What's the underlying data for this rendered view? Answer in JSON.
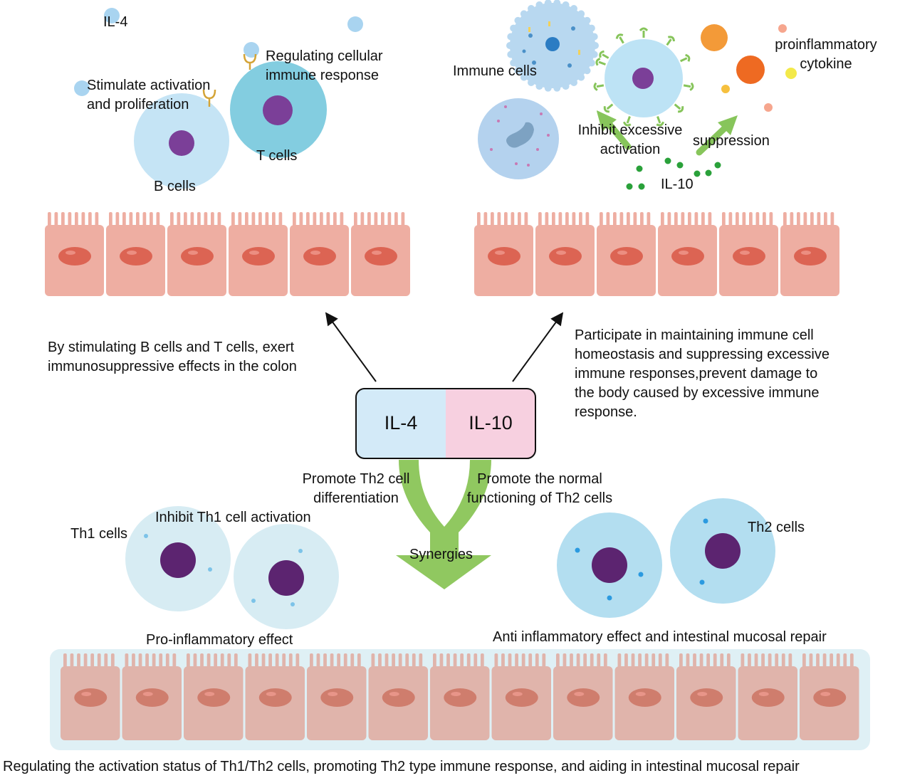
{
  "box": {
    "left_label": "IL-4",
    "right_label": "IL-10"
  },
  "top_left": {
    "il4_label": "IL-4",
    "stimulate_lines": [
      "Stimulate activation",
      "and proliferation"
    ],
    "regulating_lines": [
      "Regulating cellular",
      "immune response"
    ],
    "b_cells": "B cells",
    "t_cells": "T cells",
    "description_lines": [
      "By stimulating B cells and T cells, exert",
      "immunosuppressive effects in the colon"
    ]
  },
  "top_right": {
    "immune_cells": "Immune cells",
    "proinflammatory_lines": [
      "proinflammatory",
      "cytokine"
    ],
    "inhibit_lines": [
      "Inhibit excessive",
      "activation"
    ],
    "suppression": "suppression",
    "il10_label": "IL-10",
    "description_lines": [
      "Participate in maintaining immune cell",
      "homeostasis and suppressing excessive",
      "immune responses,prevent damage to",
      "the body caused by excessive immune",
      "response."
    ]
  },
  "middle": {
    "promote_th2_diff_lines": [
      "Promote Th2 cell",
      "differentiation"
    ],
    "promote_normal_lines": [
      "Promote the normal",
      "functioning of Th2 cells"
    ],
    "synergies": "Synergies"
  },
  "bottom": {
    "inhibit_th1": "Inhibit Th1 cell activation",
    "th1_cells": "Th1 cells",
    "th2_cells": "Th2 cells",
    "pro_inflammatory": "Pro-inflammatory effect",
    "anti_inflammatory": "Anti inflammatory effect and intestinal mucosal repair",
    "footer": "Regulating the activation status of Th1/Th2 cells, promoting Th2 type immune response, and aiding in intestinal mucosal repair"
  },
  "colors": {
    "epithelium": "#eeaea2",
    "epithelium_bottom": "#e0b4ab",
    "nucleus_epi": "#dc6453",
    "il4_box": "#d3eaf8",
    "il10_box": "#f7d0e0",
    "green_arrow": "#90c860",
    "b_cell": "#c5e4f5",
    "t_cell": "#83cde0",
    "purple": "#7b3f98",
    "dark_purple": "#5c2470",
    "th1_cell": "#d7ecf3",
    "th2_cell": "#b3def0",
    "il10_dot": "#2aa13a"
  }
}
